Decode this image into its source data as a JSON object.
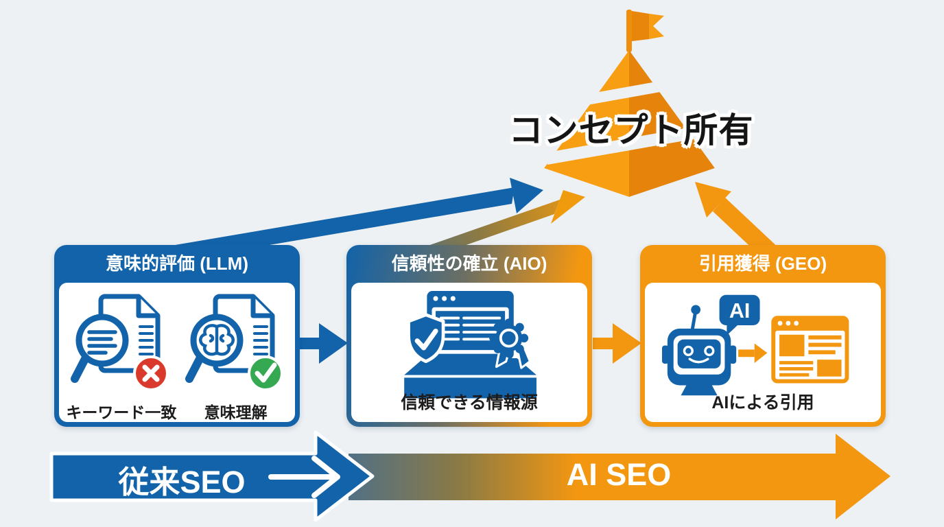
{
  "peak": {
    "label": "コンセプト所有"
  },
  "stages": [
    {
      "header": "意味的評価 (LLM)",
      "captions": [
        "キーワード一致",
        "意味理解"
      ]
    },
    {
      "header": "信頼性の確立 (AIO)",
      "captions": [
        "信頼できる情報源"
      ]
    },
    {
      "header": "引用獲得 (GEO)",
      "captions": [
        "AIによる引用"
      ],
      "ai_bubble": "AI"
    }
  ],
  "timeline": {
    "left": "従来SEO",
    "right": "AI SEO"
  },
  "colors": {
    "background": "#edf1f4",
    "blue": "#1263a9",
    "orange": "#f39711",
    "orange_dark": "#e5830a",
    "pyramid_light": "#f89e12",
    "red_badge": "#d93a2b",
    "green_badge": "#35a852",
    "slate_gradient_start": "#4e7088",
    "olive_gradient_mid": "#8d7a42",
    "label_text": "#1c1c1c"
  }
}
